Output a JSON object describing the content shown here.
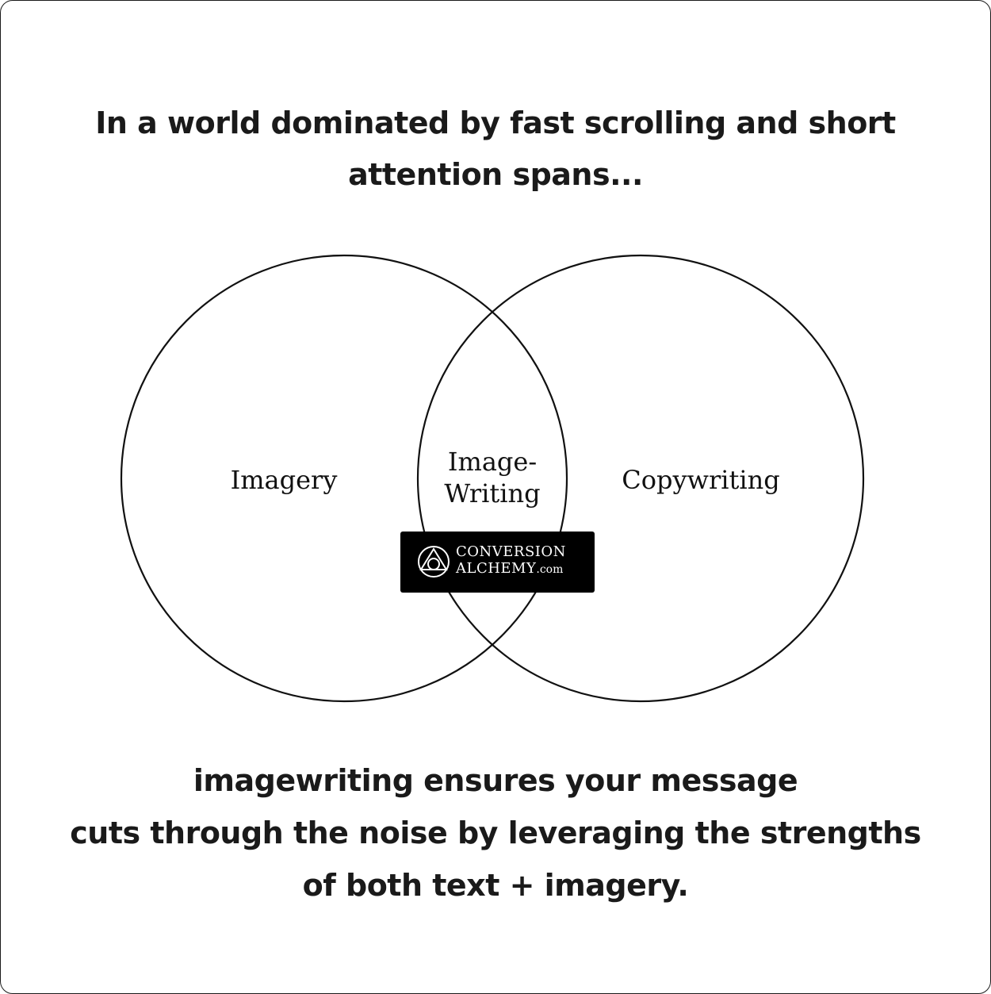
{
  "heading_top": {
    "line1": "In a world dominated by fast scrolling and short",
    "line2": "attention spans..."
  },
  "venn": {
    "left_label": "Imagery",
    "right_label": "Copywriting",
    "overlap_line1": "Image-",
    "overlap_line2": "Writing",
    "stroke_color": "#111111"
  },
  "badge": {
    "line1": "CONVERSION",
    "line2": "ALCHEMY",
    "line2_suffix": ".com",
    "background": "#000000",
    "icon": "alchemy-symbol-icon"
  },
  "heading_bottom": {
    "line1": "imagewriting ensures your message",
    "line2": "cuts through the noise by leveraging the strengths",
    "line3": "of both text + imagery."
  }
}
